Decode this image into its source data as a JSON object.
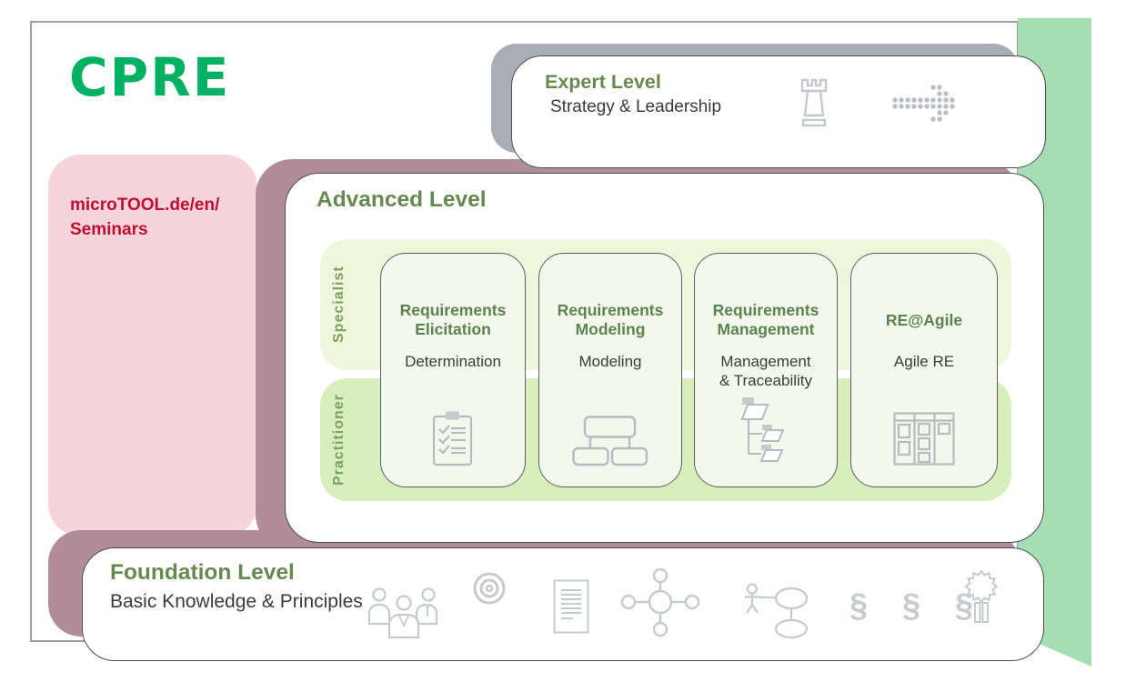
{
  "logo": {
    "text": "CPRE",
    "color": "#00b164"
  },
  "seminar_link": {
    "line1": "microTOOL.de/en/",
    "line2": "Seminars",
    "text_color": "#c30c31",
    "panel_color": "#f5d4db"
  },
  "expert_level": {
    "title": "Expert Level",
    "subtitle": "Strategy & Leadership",
    "icons": [
      "rook-icon",
      "dotted-arrow-icon"
    ]
  },
  "advanced_level": {
    "title": "Advanced Level",
    "rows": [
      {
        "label": "Specialist"
      },
      {
        "label": "Practitioner"
      }
    ],
    "cards": [
      {
        "title": "Requirements Elicitation",
        "subtitle": "Determination",
        "icon": "checklist-icon"
      },
      {
        "title": "Requirements Modeling",
        "subtitle": "Modeling",
        "icon": "hierarchy-icon"
      },
      {
        "title": "Requirements Management",
        "subtitle": "Management\n& Traceability",
        "icon": "folders-icon"
      },
      {
        "title": "RE@Agile",
        "subtitle": "Agile RE",
        "icon": "kanban-icon"
      }
    ]
  },
  "foundation_level": {
    "title": "Foundation Level",
    "subtitle": "Basic Knowledge & Principles",
    "paragraph_signs": "§ § §",
    "icons": [
      "team-icon",
      "target-icon",
      "document-icon",
      "network-icon",
      "use-case-icon",
      "paragraph-signs",
      "award-icon"
    ]
  },
  "colors": {
    "brand_green": "#00b164",
    "heading_green": "#67894f",
    "card_title_green": "#5d8150",
    "label_green": "#7ba25c",
    "pink_panel": "#f5d4db",
    "link_red": "#c30c31",
    "mauve_backdrop": "#b18d99",
    "gray_shadow": "#a8aeb6",
    "green_stripe": "#a5deb2",
    "specialist_band": "#eff6dc",
    "practitioner_band": "#d9eebd",
    "card_background": "#f3f8ed",
    "icon_gray": "#c6cacd",
    "dark_text": "#3b3b3a"
  }
}
